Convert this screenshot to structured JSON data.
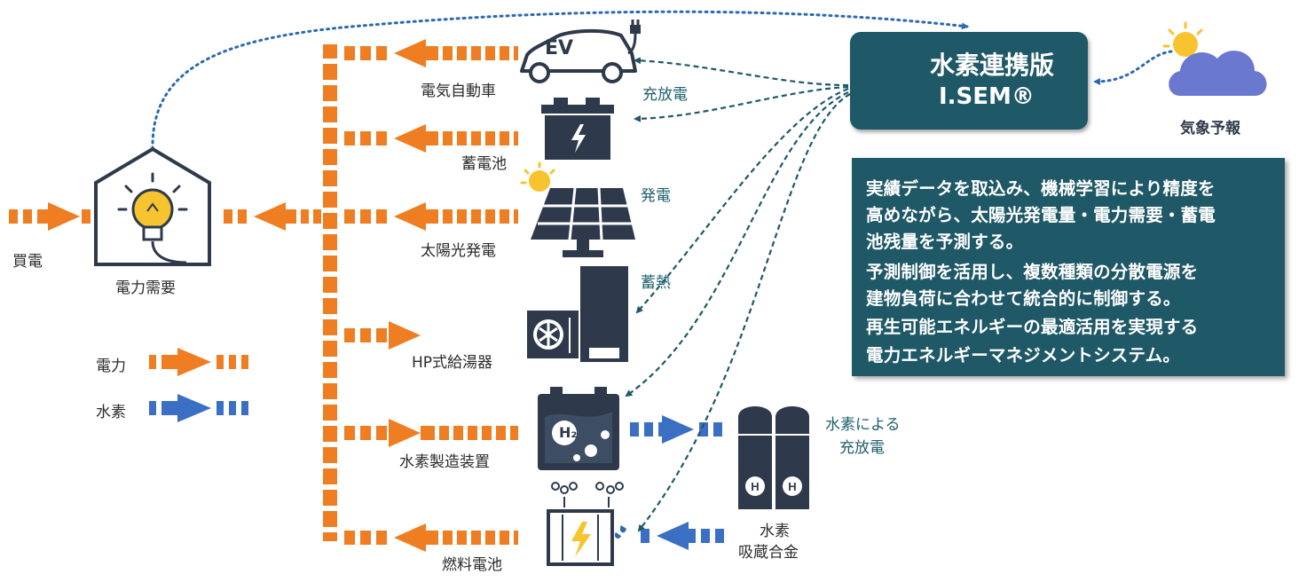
{
  "system": {
    "title": "水素連携版",
    "subtitle": "I.SEM®"
  },
  "description": {
    "lines": [
      "実績データを取込み、機械学習により精度を",
      "高めながら、太陽光発電量・電力需要・蓄電",
      "池残量を予測する。",
      "予測制御を活用し、複数種類の分散電源を",
      "建物負荷に合わせて統合的に制御する。",
      "再生可能エネルギーの最適活用を実現する",
      "電力エネルギーマネジメントシステム。"
    ]
  },
  "labels": {
    "purchase": "買電",
    "demand": "電力需要",
    "ev": "電気自動車",
    "battery": "蓄電池",
    "solar": "太陽光発電",
    "heat_pump": "HP式給湯器",
    "h2_generator": "水素製造装置",
    "fuel_cell": "燃料電池",
    "charge_discharge": "充放電",
    "generation": "発電",
    "heat_storage": "蓄熱",
    "h2_charge": "水素による",
    "h2_charge_2": "充放電",
    "h2_alloy": "水素",
    "h2_alloy_2": "吸蔵合金",
    "weather": "気象予報",
    "ev_badge": "EV",
    "h2_badge": "H₂"
  },
  "legend": {
    "power": "電力",
    "hydrogen": "水素"
  },
  "colors": {
    "power": "#ef7d22",
    "hydrogen": "#3a6fc4",
    "system": "#1f5866",
    "icon_dark": "#2e3a4c",
    "weather": "#6a78d0"
  }
}
